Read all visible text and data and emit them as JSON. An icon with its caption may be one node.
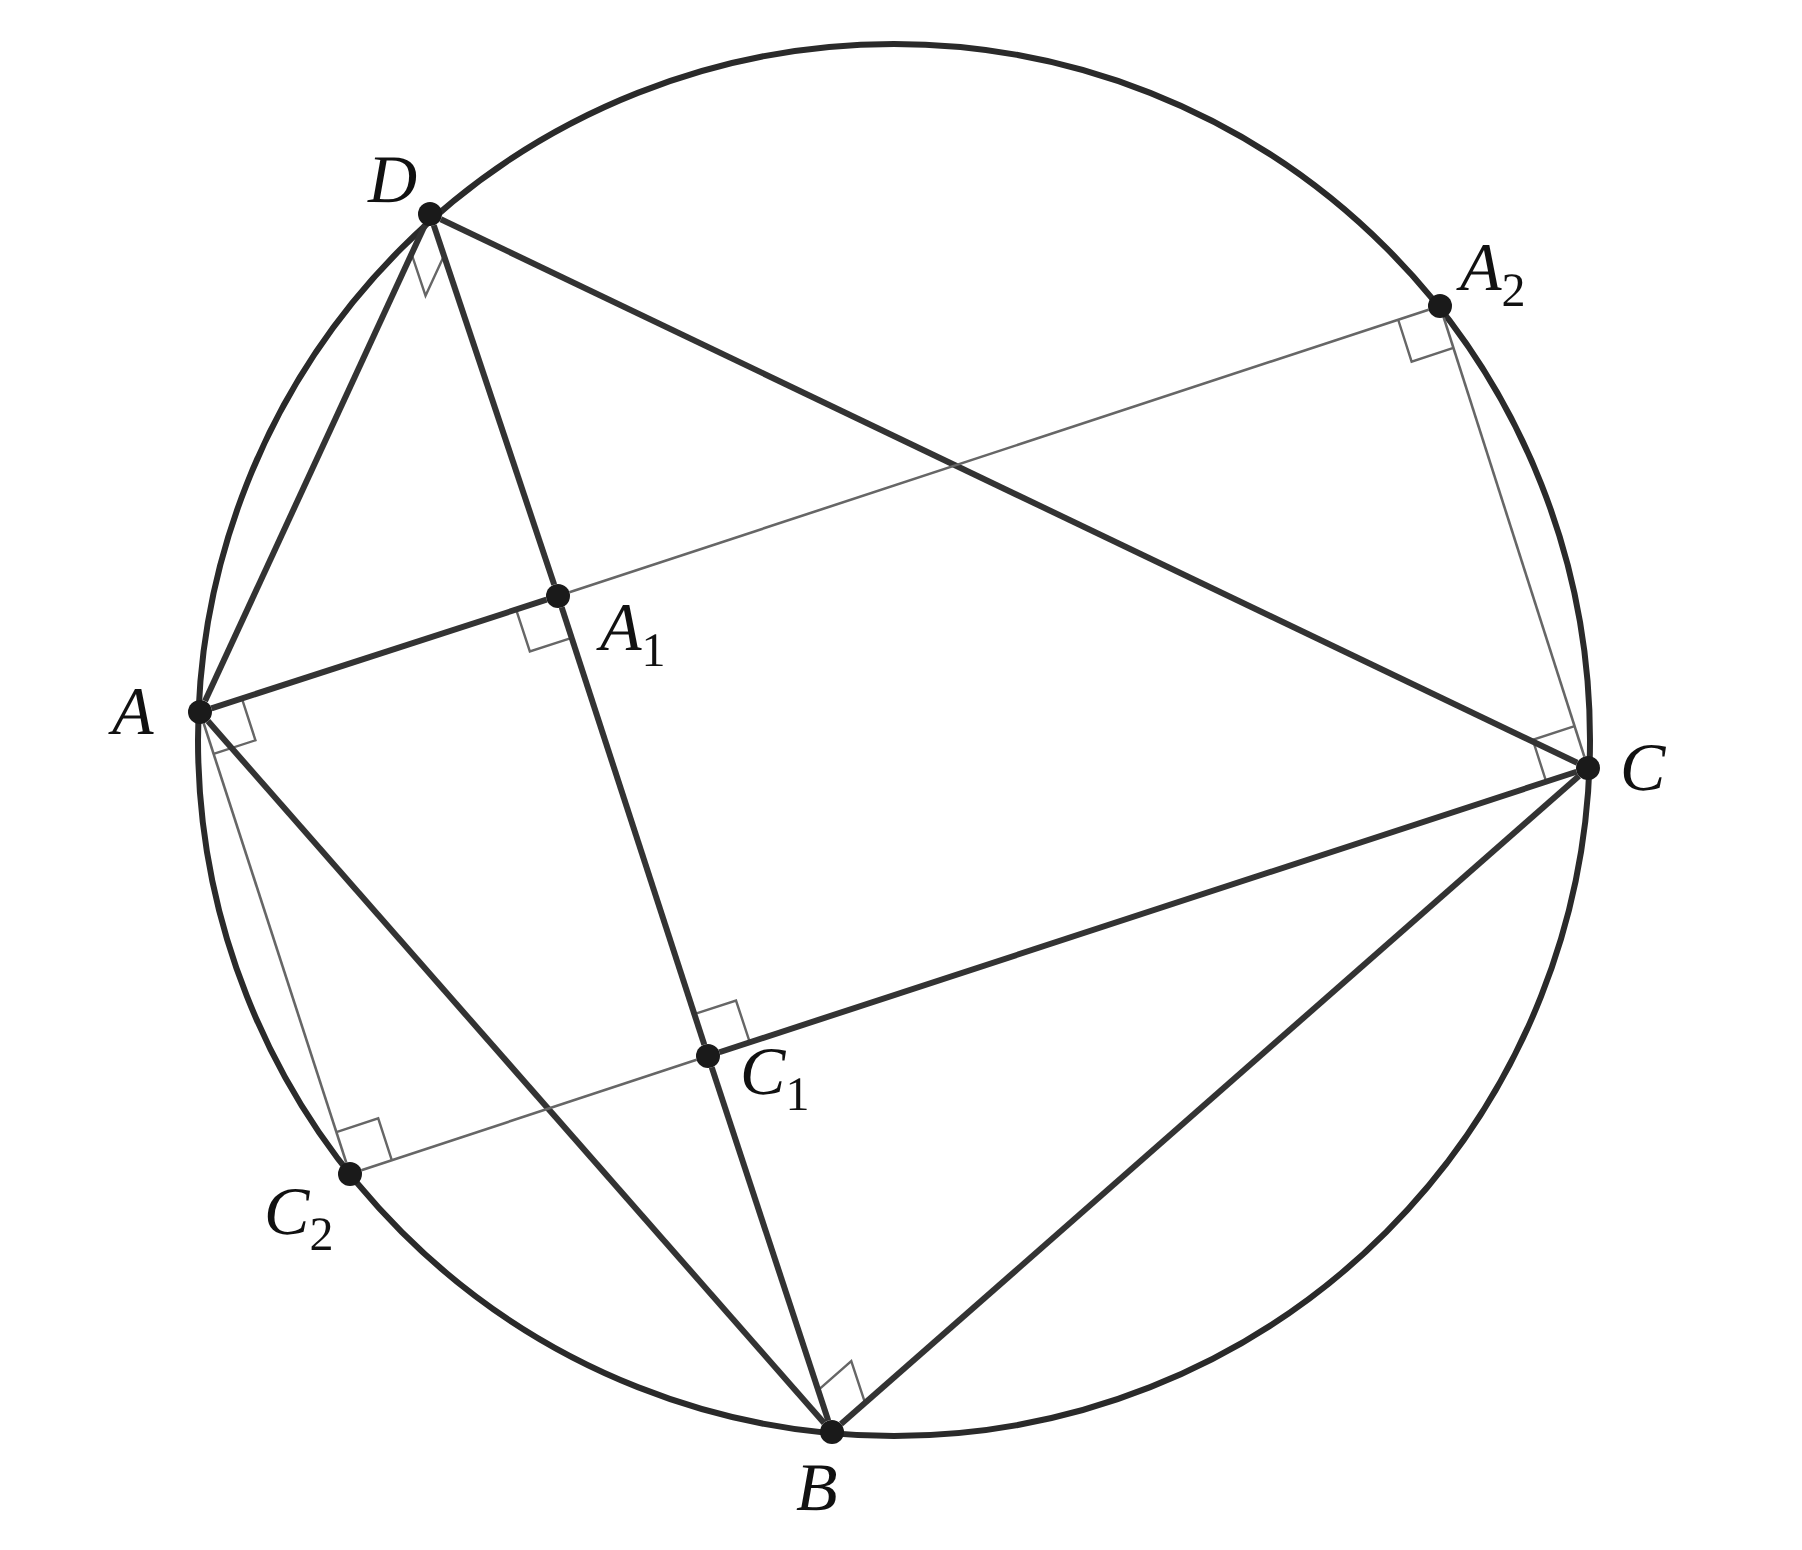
{
  "diagram": {
    "nodes": [
      {
        "text": [],
        "shape": "circle",
        "beside": [
          "D"
        ]
      },
      {
        "text": [],
        "shape": "circle",
        "beside": [
          "A$_{2}$"
        ]
      },
      {
        "text": [],
        "shape": "circle",
        "beside": [
          "A$_{1}$"
        ]
      },
      {
        "text": [],
        "shape": "circle",
        "beside": [
          "A"
        ]
      },
      {
        "text": [],
        "shape": "circle",
        "beside": [
          "C"
        ]
      },
      {
        "text": [],
        "shape": "circle",
        "beside": [
          "C$_{1}$"
        ]
      },
      {
        "text": [],
        "shape": "circle",
        "beside": [
          "C$_{2}$"
        ]
      },
      {
        "text": [],
        "shape": "circle",
        "beside": [
          "B"
        ]
      }
    ],
    "edges": [
      {
        "from": 0,
        "to": 3,
        "arrow": "none"
      },
      {
        "from": 0,
        "to": 4,
        "arrow": "none"
      },
      {
        "from": 0,
        "to": 2,
        "arrow": "none"
      },
      {
        "from": 3,
        "to": 2,
        "arrow": "none"
      },
      {
        "from": 2,
        "to": 1,
        "arrow": "none",
        "color": "#666666"
      },
      {
        "from": 1,
        "to": 4,
        "arrow": "none",
        "color": "#666666"
      },
      {
        "from": 3,
        "to": 7,
        "arrow": "none"
      },
      {
        "from": 3,
        "to": 6,
        "arrow": "none",
        "color": "#666666"
      },
      {
        "from": 2,
        "to": 5,
        "arrow": "none"
      },
      {
        "from": 5,
        "to": 4,
        "arrow": "none"
      },
      {
        "from": 5,
        "to": 6,
        "arrow": "none",
        "color": "#666666"
      },
      {
        "from": 5,
        "to": 7,
        "arrow": "none"
      },
      {
        "from": 7,
        "to": 4,
        "arrow": "none"
      }
    ]
  }
}
